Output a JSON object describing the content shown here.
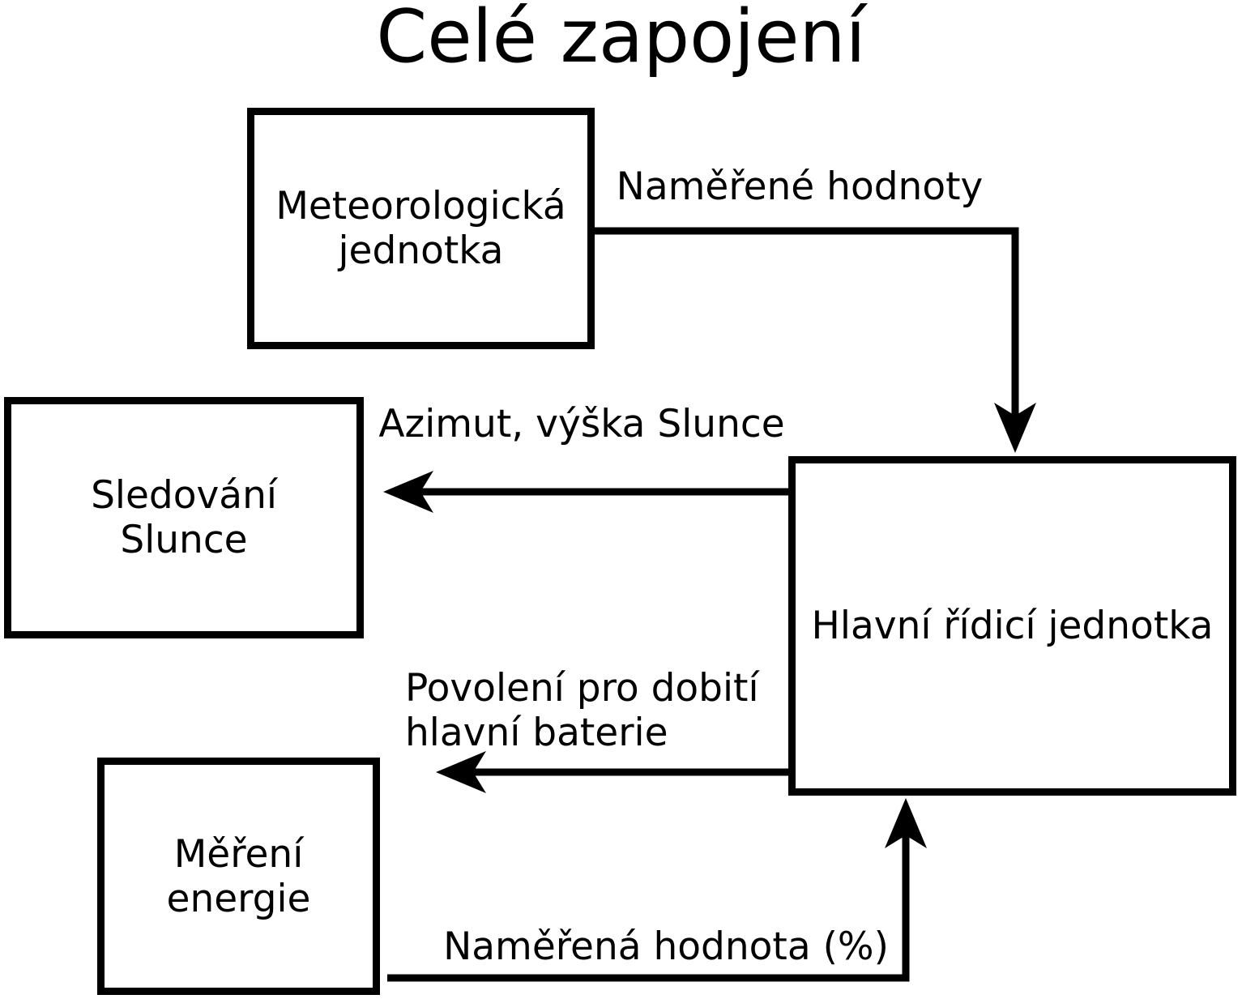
{
  "diagram": {
    "title": "Celé zapojení",
    "boxes": {
      "meteo": {
        "label": "Meteorologická\njednotka"
      },
      "sun": {
        "label": "Sledování\nSlunce"
      },
      "energy": {
        "label": "Měření\nenergie"
      },
      "main": {
        "label": "Hlavní řídicí jednotka"
      }
    },
    "connectors": {
      "measured_values": {
        "label": "Naměřené hodnoty",
        "from": "meteo",
        "to": "main"
      },
      "azimuth": {
        "label": "Azimut, výška Slunce",
        "from": "main",
        "to": "sun"
      },
      "charge_permission": {
        "label": "Povolení pro dobití\nhlavní baterie",
        "from": "main",
        "to": "left"
      },
      "measured_percent": {
        "label": "Naměřená hodnota (%)",
        "from": "energy",
        "to": "main"
      }
    },
    "colors": {
      "stroke": "#000000",
      "background": "#ffffff"
    }
  }
}
